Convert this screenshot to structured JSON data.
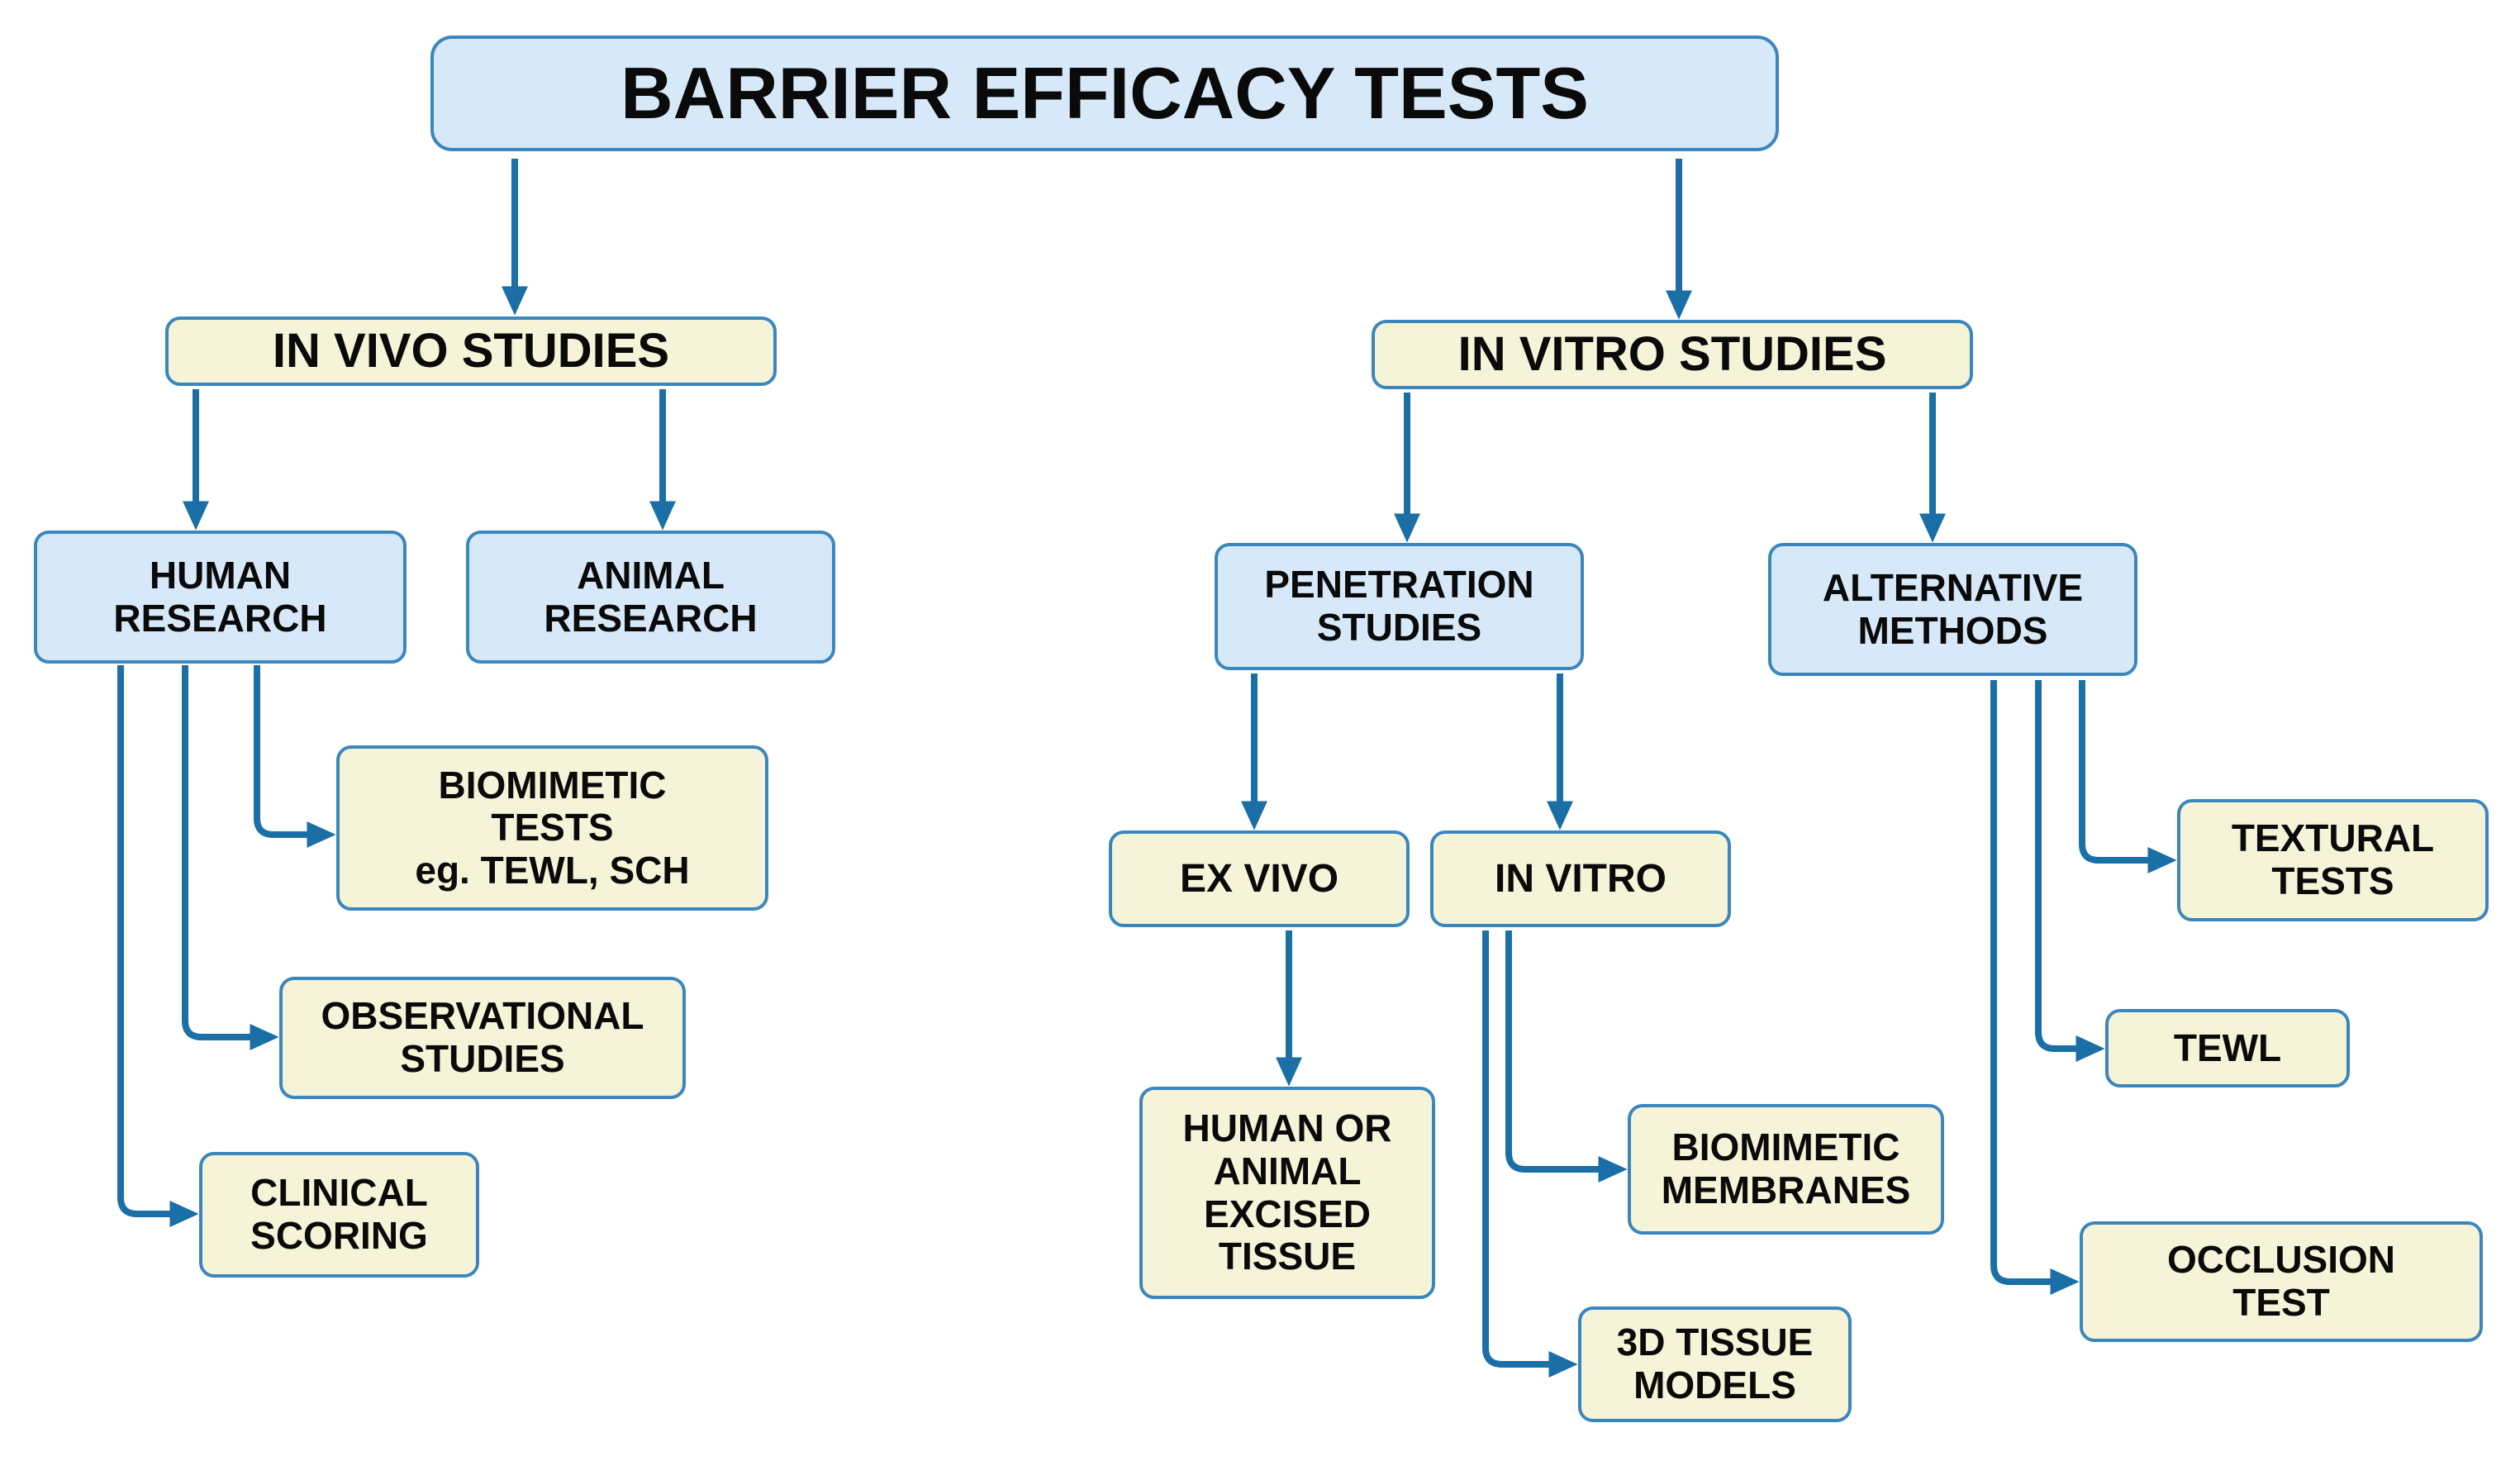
{
  "diagram": {
    "title": "BARRIER EFFICACY TESTS",
    "colors": {
      "box_blue_fill": "#d7e9f8",
      "box_cream_fill": "#f5f3d8",
      "box_border": "#3b87bd",
      "arrow": "#1a6fa6",
      "text": "#0a0a0a"
    }
  },
  "nodes": {
    "root": "BARRIER EFFICACY TESTS",
    "in_vivo_studies": "IN VIVO STUDIES",
    "in_vitro_studies": "IN VITRO STUDIES",
    "human_research": "HUMAN\nRESEARCH",
    "animal_research": "ANIMAL\nRESEARCH",
    "penetration_studies": "PENETRATION\nSTUDIES",
    "alternative_methods": "ALTERNATIVE\nMETHODS",
    "biomimetic_tests": "BIOMIMETIC\nTESTS\neg. TEWL, SCH",
    "observational_studies": "OBSERVATIONAL\nSTUDIES",
    "clinical_scoring": "CLINICAL\nSCORING",
    "ex_vivo": "EX VIVO",
    "in_vitro": "IN VITRO",
    "excised_tissue": "HUMAN OR\nANIMAL\nEXCISED\nTISSUE",
    "biomimetic_membranes": "BIOMIMETIC\nMEMBRANES",
    "tissue_models_3d": "3D TISSUE\nMODELS",
    "textural_tests": "TEXTURAL\nTESTS",
    "tewl": "TEWL",
    "occlusion_test": "OCCLUSION\nTEST"
  },
  "edges": [
    {
      "from": "root",
      "to": "in_vivo_studies"
    },
    {
      "from": "root",
      "to": "in_vitro_studies"
    },
    {
      "from": "in_vivo_studies",
      "to": "human_research"
    },
    {
      "from": "in_vivo_studies",
      "to": "animal_research"
    },
    {
      "from": "human_research",
      "to": "biomimetic_tests"
    },
    {
      "from": "human_research",
      "to": "observational_studies"
    },
    {
      "from": "human_research",
      "to": "clinical_scoring"
    },
    {
      "from": "in_vitro_studies",
      "to": "penetration_studies"
    },
    {
      "from": "in_vitro_studies",
      "to": "alternative_methods"
    },
    {
      "from": "penetration_studies",
      "to": "ex_vivo"
    },
    {
      "from": "penetration_studies",
      "to": "in_vitro"
    },
    {
      "from": "ex_vivo",
      "to": "excised_tissue"
    },
    {
      "from": "in_vitro",
      "to": "biomimetic_membranes"
    },
    {
      "from": "in_vitro",
      "to": "tissue_models_3d"
    },
    {
      "from": "alternative_methods",
      "to": "textural_tests"
    },
    {
      "from": "alternative_methods",
      "to": "tewl"
    },
    {
      "from": "alternative_methods",
      "to": "occlusion_test"
    }
  ]
}
